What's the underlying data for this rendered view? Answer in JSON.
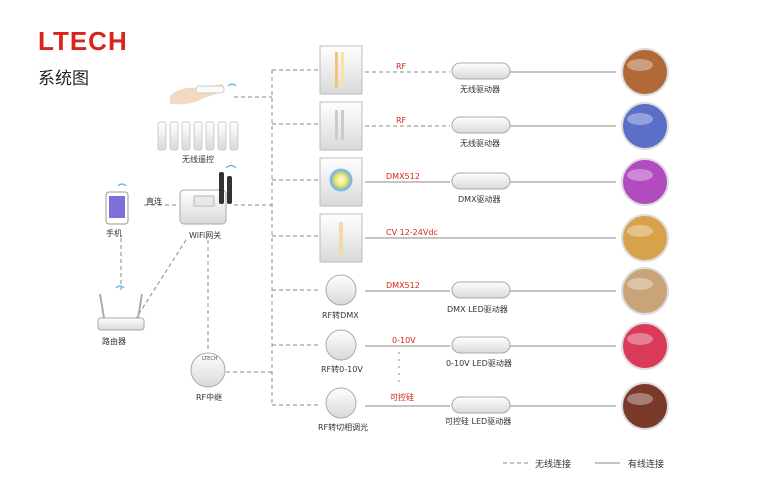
{
  "header": {
    "logo": "LTECH",
    "title": "系统图"
  },
  "left": {
    "remote_label": "无线遥控",
    "gateway_label": "WiFi网关",
    "phone_label": "手机",
    "direct_label": "直连",
    "router_label": "路由器",
    "repeater_label": "RF中继"
  },
  "rows": [
    {
      "protocol": "RF",
      "driver": "无线驱动器",
      "scene_color": "#b06a3a"
    },
    {
      "protocol": "RF",
      "driver": "无线驱动器",
      "scene_color": "#5b6fc9"
    },
    {
      "protocol": "DMX512",
      "driver": "DMX驱动器",
      "scene_color": "#b24ac0"
    },
    {
      "protocol": "CV 12-24Vdc",
      "driver": "",
      "scene_color": "#d8a24b"
    },
    {
      "protocol": "DMX512",
      "panel": "RF转DMX",
      "driver": "DMX LED驱动器",
      "scene_color": "#c9a478"
    },
    {
      "protocol": "0-10V",
      "panel": "RF转0-10V",
      "driver": "0-10V LED驱动器",
      "scene_color": "#d83a57"
    },
    {
      "protocol": "可控硅",
      "panel": "RF转切相调光",
      "driver": "可控硅 LED驱动器",
      "scene_color": "#7a3a2a"
    }
  ],
  "legend": {
    "wireless": "无线连接",
    "wired": "有线连接"
  },
  "colors": {
    "brand": "#d9241c",
    "line": "#888888"
  }
}
